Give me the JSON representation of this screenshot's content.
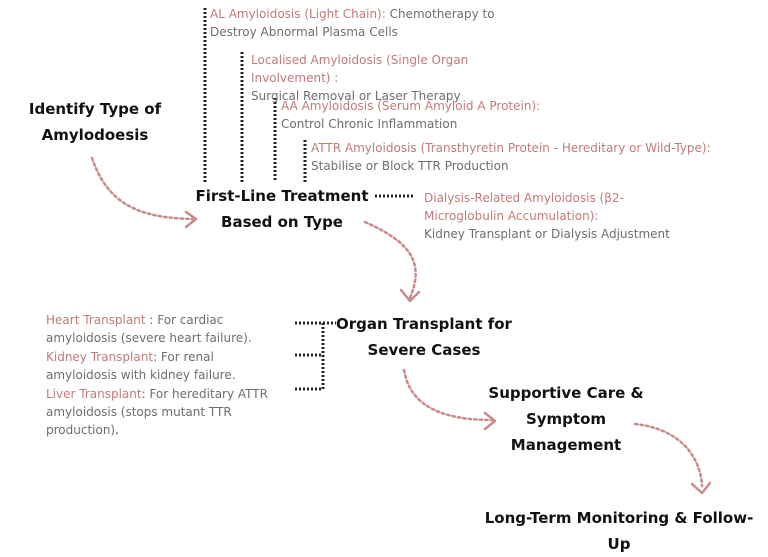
{
  "nodes": {
    "identify": "Identify Type of Amylodoesis",
    "first_line": "First-Line Treatment Based on Type",
    "transplant": "Organ Transplant for Severe Cases",
    "supportive": "Supportive Care & Symptom Management",
    "monitoring": "Long-Term Monitoring & Follow-Up"
  },
  "treatments": [
    {
      "type": "AL Amyloidosis (Light Chain)",
      "sep": ":",
      "action": " Chemotherapy to Destroy Abnormal Plasma Cells"
    },
    {
      "type": "Localised Amyloidosis (Single Organ Involvement) ",
      "sep": ":",
      "action": "Surgical Removal or Laser Therapy"
    },
    {
      "type": "AA Amyloidosis (Serum Amyloid A Protein)",
      "sep": ":",
      "action": " Control Chronic Inflammation"
    },
    {
      "type": "ATTR Amyloidosis (Transthyretin Protein - Hereditary or Wild-Type)",
      "sep": ":",
      "action": "Stabilise or Block TTR Production"
    },
    {
      "type": "Dialysis-Related Amyloidosis (β2-Microglobulin Accumulation)",
      "sep": ":",
      "action": "Kidney Transplant or Dialysis Adjustment"
    }
  ],
  "transplants": [
    {
      "organ": "Heart Transplant",
      "detail": " : For cardiac amyloidosis (severe heart failure)."
    },
    {
      "organ": "Kidney Transplant",
      "detail": ":  For renal amyloidosis with kidney failure."
    },
    {
      "organ": "Liver Transplant",
      "detail": ": For hereditary ATTR amyloidosis (stops mutant TTR production)",
      "tail": "."
    }
  ],
  "colors": {
    "accent": "#c27b7b",
    "arrow": "#c98a8a",
    "connector": "#222222",
    "body_text": "#6e6e6e",
    "heading_text": "#111111"
  }
}
